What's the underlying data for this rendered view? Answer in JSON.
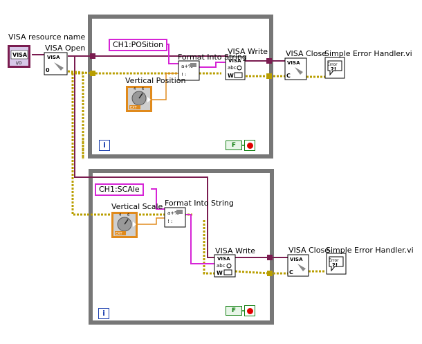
{
  "diagram": {
    "resource_label": "VISA resource name",
    "top_loop": {
      "command_constant": "CH1:POSition",
      "control_label": "Vertical Position",
      "visa_open_label": "VISA Open",
      "format_label": "Format Into String",
      "write_label": "VISA Write",
      "close_label": "VISA Close",
      "error_label": "Simple Error Handler.vi",
      "stop_constant": "F",
      "iteration_label": "i"
    },
    "bottom_loop": {
      "command_constant": "CH1:SCAle",
      "control_label": "Vertical Scale",
      "format_label": "Format Into String",
      "write_label": "VISA Write",
      "close_label": "VISA Close",
      "error_label": "Simple Error Handler.vi",
      "stop_constant": "F",
      "iteration_label": "i"
    },
    "icons": {
      "visa_text": "VISA",
      "visa_io_text": "I/O",
      "visa_open_zero": "0",
      "abc_text": "abc",
      "w_text": "W",
      "c_text": "C",
      "error_text": "Error",
      "error_mark": "?!",
      "ext_text": "EXT",
      "fmt_top": "a+%",
      "fmt_bottom": "! : "
    },
    "colors": {
      "loop_border": "#777777",
      "string_wire": "#d624d6",
      "visa_wire": "#7a1c50",
      "error_wire": "#c8b400",
      "numeric_wire": "#e08a1c",
      "bool_wire": "#138013",
      "iteration_blue": "#1c3fae"
    }
  }
}
